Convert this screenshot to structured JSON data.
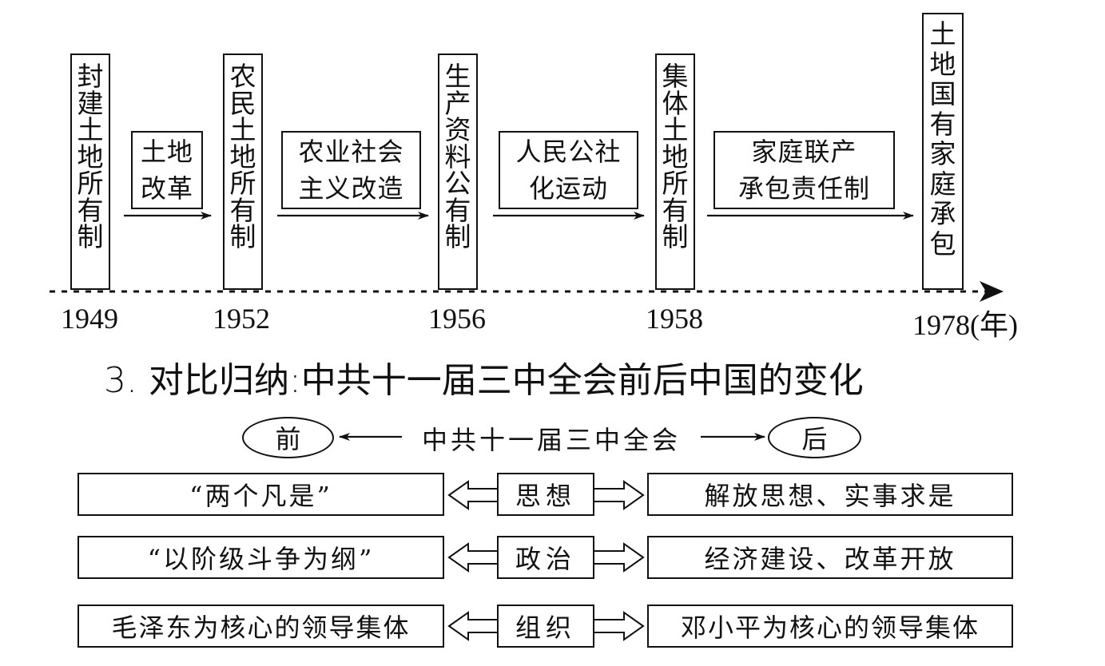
{
  "timeline": {
    "stages": [
      {
        "text": "封建土地所有制",
        "year": "1949"
      },
      {
        "text": "农民土地所有制",
        "year": "1952"
      },
      {
        "text": "生产资料公有制",
        "year": "1956"
      },
      {
        "text": "集体土地所有制",
        "year": "1958"
      },
      {
        "text": "土地国有家庭承包",
        "year": "1978(年)"
      }
    ],
    "transitions": [
      {
        "line1": "土地",
        "line2": "改革"
      },
      {
        "line1": "农业社会",
        "line2": "主义改造"
      },
      {
        "line1": "人民公社",
        "line2": "化运动"
      },
      {
        "line1": "家庭联产",
        "line2": "承包责任制"
      }
    ]
  },
  "section_heading": "3. 对比归纳:中共十一届三中全会前后中国的变化",
  "comparison": {
    "before_label": "前",
    "after_label": "后",
    "center_label": "中共十一届三中全会",
    "rows": [
      {
        "category": "思想",
        "before": "“两个凡是”",
        "after": "解放思想、实事求是"
      },
      {
        "category": "政治",
        "before": "“以阶级斗争为纲”",
        "after": "经济建设、改革开放"
      },
      {
        "category": "组织",
        "before": "毛泽东为核心的领导集体",
        "after": "邓小平为核心的领导集体"
      }
    ]
  }
}
